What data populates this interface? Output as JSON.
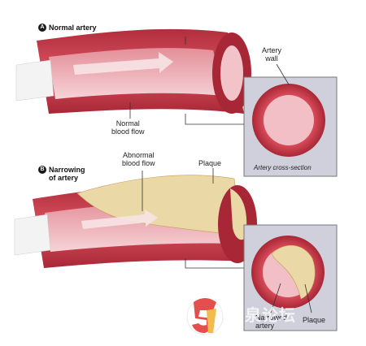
{
  "panel_a": {
    "badge": "A",
    "title": "Normal artery",
    "artery_wall_label": "Artery\nwall",
    "flow_label": "Normal\nblood flow",
    "inset_caption": "Artery cross-section"
  },
  "panel_b": {
    "badge": "B",
    "title": "Narrowing\nof artery",
    "flow_label": "Abnormal\nblood flow",
    "plaque_label": "Plaque",
    "inset_artery_label": "Narrowed\nartery",
    "inset_plaque_label": "Plaque"
  },
  "watermark": {
    "text": "顺泉论坛"
  },
  "colors": {
    "artery_outer": "#c63b49",
    "artery_inner": "#e9a0a8",
    "lumen": "#f3c7cc",
    "plaque": "#ead9a6",
    "panel_bg": "#cfd0dc"
  }
}
